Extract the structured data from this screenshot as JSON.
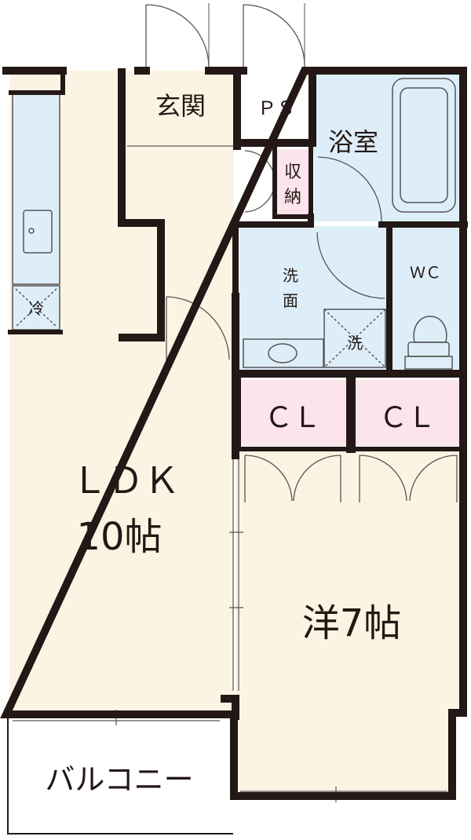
{
  "floorplan": {
    "rooms": {
      "genkan": "玄関",
      "ps": "ＰＳ",
      "storage_top": "収",
      "storage_bottom": "納",
      "bath": "浴室",
      "washroom_top": "洗",
      "washroom_bottom": "面",
      "washer": "洗",
      "wc": "ＷＣ",
      "fridge": "冷",
      "closet_1": "ＣＬ",
      "closet_2": "ＣＬ",
      "ldk_name": "ＬＤＫ",
      "ldk_size": "10帖",
      "western_room": "洋7帖",
      "balcony": "バルコニー"
    },
    "colors": {
      "wall": "#231815",
      "floor_wood": "#fcf4e2",
      "floor_wet": "#deeef8",
      "closet": "#fbe4ec",
      "balcony": "#ffffff"
    }
  }
}
